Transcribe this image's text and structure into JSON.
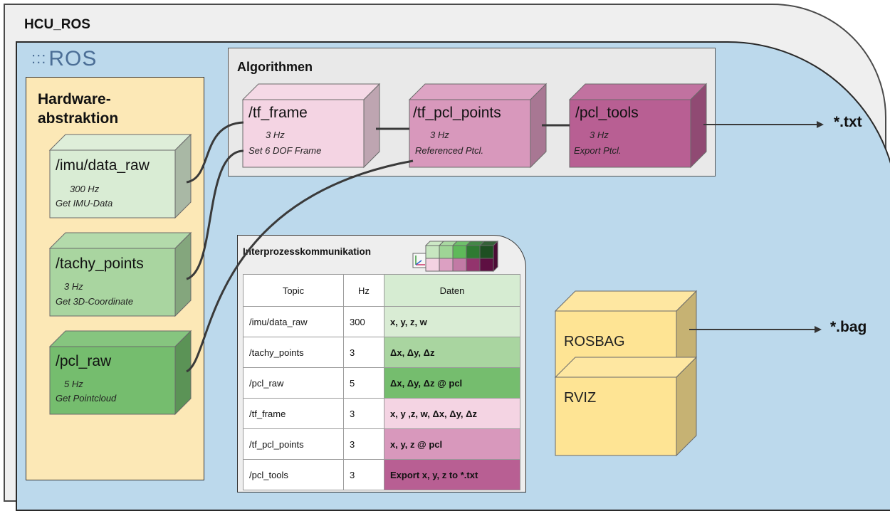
{
  "outer_title": "HCU_ROS",
  "ros_logo": {
    "dots": ":::",
    "text": "ROS"
  },
  "hardware_panel": {
    "title_line1": "Hardware-",
    "title_line2": "abstraktion"
  },
  "algo_panel": {
    "title": "Algorithmen"
  },
  "ipc_panel": {
    "title": "Interprozesskommunikation"
  },
  "nodes": {
    "imu": {
      "name": "/imu/data_raw",
      "rate": "300 Hz",
      "desc": "Get IMU-Data",
      "color": "#d9ecd4"
    },
    "tachy": {
      "name": "/tachy_points",
      "rate": "3 Hz",
      "desc": "Get 3D-Coordinate",
      "color": "#a9d5a0"
    },
    "pcl_raw": {
      "name": "/pcl_raw",
      "rate": "5 Hz",
      "desc": "Get Pointcloud",
      "color": "#75bd6e"
    },
    "tf_frame": {
      "name": "/tf_frame",
      "rate": "3 Hz",
      "desc": "Set 6 DOF Frame",
      "color": "#f4d4e3"
    },
    "tf_pcl": {
      "name": "/tf_pcl_points",
      "rate": "3 Hz",
      "desc": "Referenced Ptcl.",
      "color": "#d898bc"
    },
    "pcl_tools": {
      "name": "/pcl_tools",
      "rate": "3 Hz",
      "desc": "Export Ptcl.",
      "color": "#b85f93"
    }
  },
  "storage": {
    "top": "ROSBAG",
    "bottom": "RVIZ",
    "color": "#fee494"
  },
  "outputs": {
    "txt": "*.txt",
    "bag": "*.bag"
  },
  "table": {
    "headers": [
      "Topic",
      "Hz",
      "Daten"
    ],
    "rows": [
      {
        "topic": "/imu/data_raw",
        "hz": "300",
        "data": "x, y, z, w",
        "color": "#d9ecd4"
      },
      {
        "topic": "/tachy_points",
        "hz": "3",
        "data": "Δx, Δy, Δz",
        "color": "#a9d5a0"
      },
      {
        "topic": "/pcl_raw",
        "hz": "5",
        "data": "Δx, Δy, Δz @ pcl",
        "color": "#75bd6e"
      },
      {
        "topic": "/tf_frame",
        "hz": "3",
        "data": "x, y ,z, w, Δx, Δy, Δz",
        "color": "#f4d4e3"
      },
      {
        "topic": "/tf_pcl_points",
        "hz": "3",
        "data": "x, y, z @ pcl",
        "color": "#d898bc"
      },
      {
        "topic": "/pcl_tools",
        "hz": "3",
        "data": "Export x, y, z to *.txt",
        "color": "#b85f93"
      }
    ]
  },
  "legend_colors": {
    "greens": [
      "#c7e6c0",
      "#9fd596",
      "#5fb95a",
      "#2f7a32",
      "#1e4f22"
    ],
    "pinks": [
      "#f3d2e2",
      "#dca0c2",
      "#c27aa5",
      "#93346d",
      "#5e0f42"
    ]
  }
}
